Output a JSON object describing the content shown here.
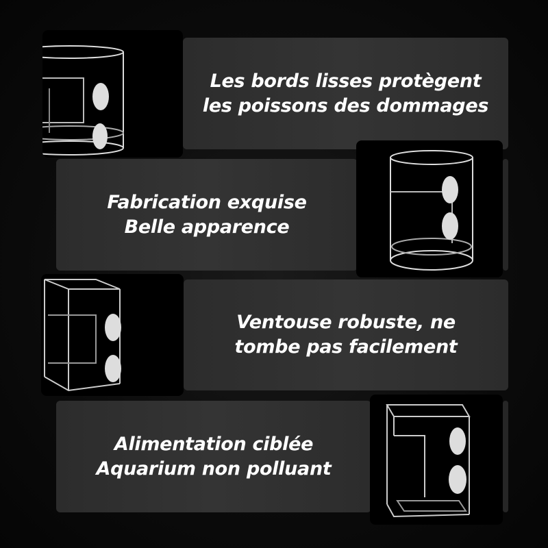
{
  "features": [
    {
      "lines": [
        "Les bords lisses protègent",
        "les poissons des dommages"
      ],
      "product": "cylinder-feeder"
    },
    {
      "lines": [
        "Fabrication exquise",
        "Belle apparence"
      ],
      "product": "cylinder-feeder"
    },
    {
      "lines": [
        "Ventouse robuste, ne",
        "tombe pas facilement"
      ],
      "product": "square-feeder"
    },
    {
      "lines": [
        "Alimentation ciblée",
        "Aquarium non polluant"
      ],
      "product": "square-feeder"
    }
  ]
}
